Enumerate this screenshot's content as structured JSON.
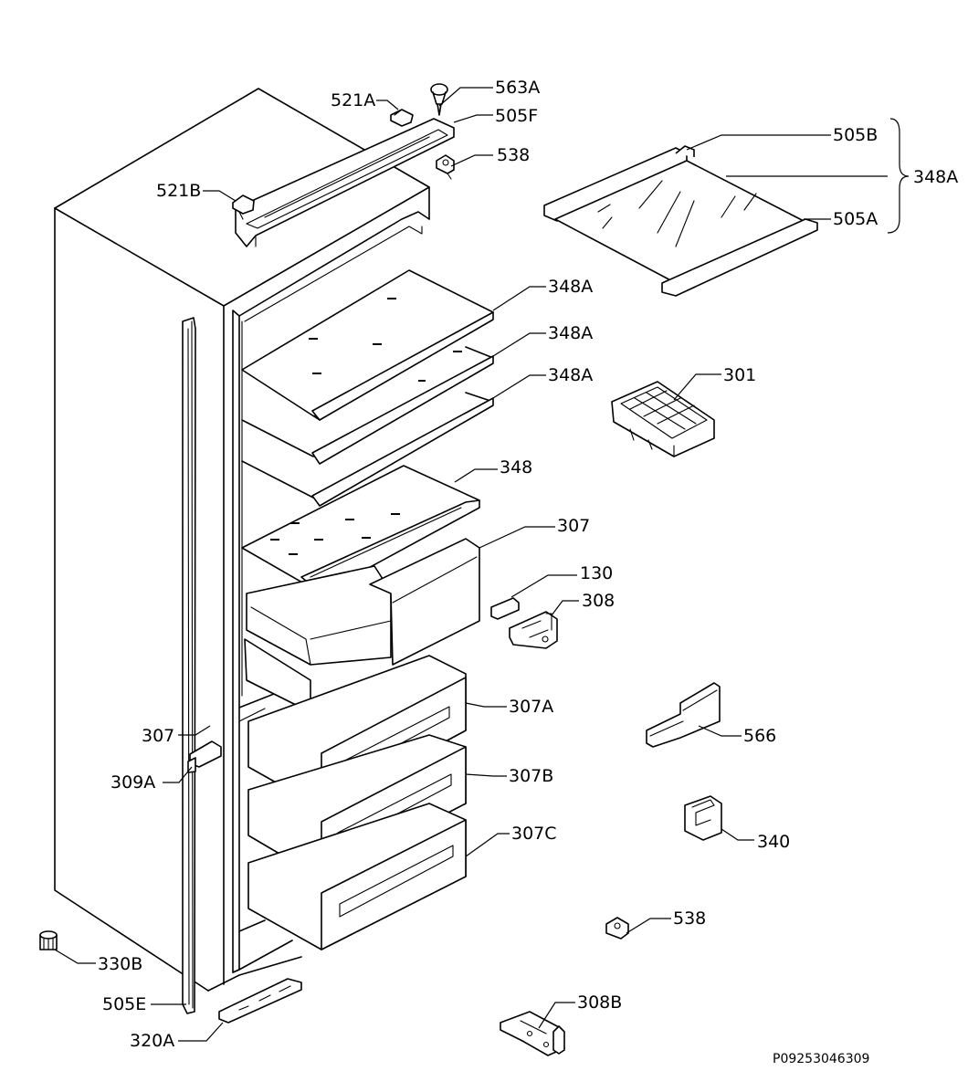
{
  "labels": {
    "l563A": "563A",
    "l521A": "521A",
    "l505F": "505F",
    "l538a": "538",
    "l521B": "521B",
    "l505B": "505B",
    "l348Abr": "348A",
    "l505A": "505A",
    "l348A1": "348A",
    "l348A2": "348A",
    "l348A3": "348A",
    "l301": "301",
    "l348": "348",
    "l307r": "307",
    "l130": "130",
    "l308": "308",
    "l307A": "307A",
    "l566": "566",
    "l307l": "307",
    "l309A": "309A",
    "l307B": "307B",
    "l307C": "307C",
    "l340": "340",
    "l538b": "538",
    "l330B": "330B",
    "l505E": "505E",
    "l308B": "308B",
    "l320A": "320A"
  },
  "reference": "P09253046309"
}
